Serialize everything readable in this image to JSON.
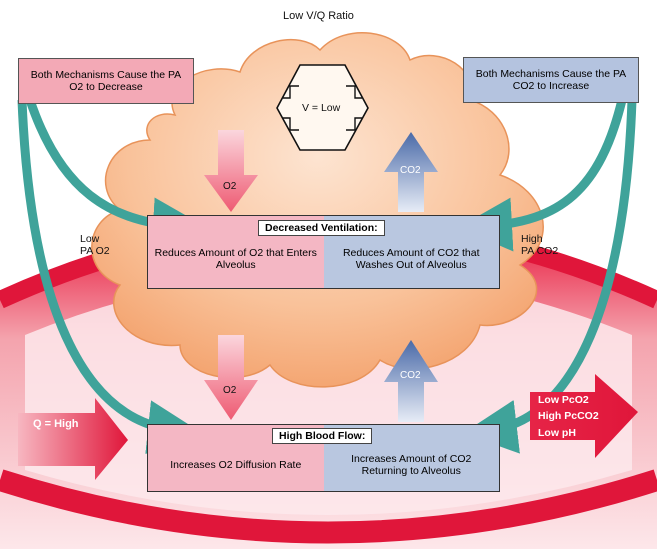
{
  "title": "Low V/Q Ratio",
  "hex_label": "V = Low",
  "left_note": "Both Mechanisms Cause the PA O2 to Decrease",
  "right_note": "Both Mechanisms Cause the PA CO2 to Increase",
  "low_pao2": {
    "line1": "Low",
    "line2": "PA O2"
  },
  "high_paco2": {
    "line1": "High",
    "line2": "PA CO2"
  },
  "o2_top": "O2",
  "co2_top": "CO2",
  "o2_bottom": "O2",
  "co2_bottom": "CO2",
  "ventilation_box": {
    "title": "Decreased Ventilation:",
    "left": "Reduces Amount of O2 that Enters Alveolus",
    "right": "Reduces Amount of CO2 that Washes Out of Alveolus"
  },
  "bloodflow_box": {
    "title": "High Blood Flow:",
    "left": "Increases O2 Diffusion Rate",
    "right": "Increases Amount of CO2 Returning to Alveolus"
  },
  "q_high": "Q = High",
  "blood_out": {
    "line1": "Low PcO2",
    "line2": "High PcCO2",
    "line3": "Low pH"
  },
  "colors": {
    "cloud": "#f7b27c",
    "blood_red": "#e0163a",
    "pink_panel": "#f4b7c4",
    "blue_panel": "#b9c7e0",
    "teal_arrow": "#3fa39a",
    "note_pink": "#f3a9b6",
    "note_blue": "#b4c3df"
  }
}
